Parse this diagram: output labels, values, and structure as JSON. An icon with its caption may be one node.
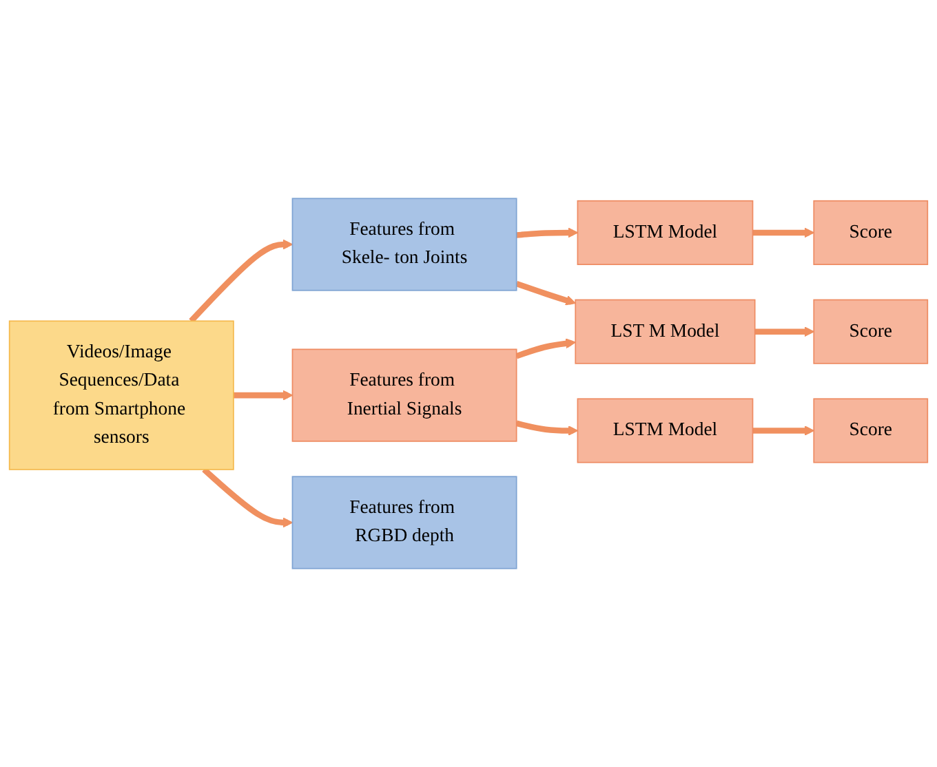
{
  "diagram": {
    "nodes": [
      {
        "text": [
          "Videos/Image Sequences/Data from Smartphone sensors"
        ]
      },
      {
        "text": [
          "Features from Skele- ton Joints"
        ]
      },
      {
        "text": [
          "LSTM Model"
        ]
      },
      {
        "text": [
          "Score"
        ]
      },
      {
        "text": [
          "Features from Inertial Signals"
        ]
      },
      {
        "text": [
          "LST M Model"
        ]
      },
      {
        "text": [
          "Score"
        ]
      },
      {
        "text": [
          "Features from RGBD depth"
        ]
      },
      {
        "text": [
          "LSTM Model"
        ]
      },
      {
        "text": [
          "Score"
        ]
      }
    ],
    "edges": [
      {
        "from": 0,
        "to": 1,
        "arrow": "to"
      },
      {
        "from": 1,
        "to": 2,
        "arrow": "to"
      },
      {
        "from": 2,
        "to": 3,
        "arrow": "to"
      },
      {
        "from": 1,
        "to": 5,
        "arrow": "to"
      },
      {
        "from": 0,
        "to": 4,
        "arrow": "to"
      },
      {
        "from": 4,
        "to": 5,
        "arrow": "to"
      },
      {
        "from": 5,
        "to": 6,
        "arrow": "to"
      },
      {
        "from": 4,
        "to": 8,
        "arrow": "to"
      },
      {
        "from": 8,
        "to": 9,
        "arrow": "to"
      },
      {
        "from": 0,
        "to": 7,
        "arrow": "to"
      }
    ]
  }
}
